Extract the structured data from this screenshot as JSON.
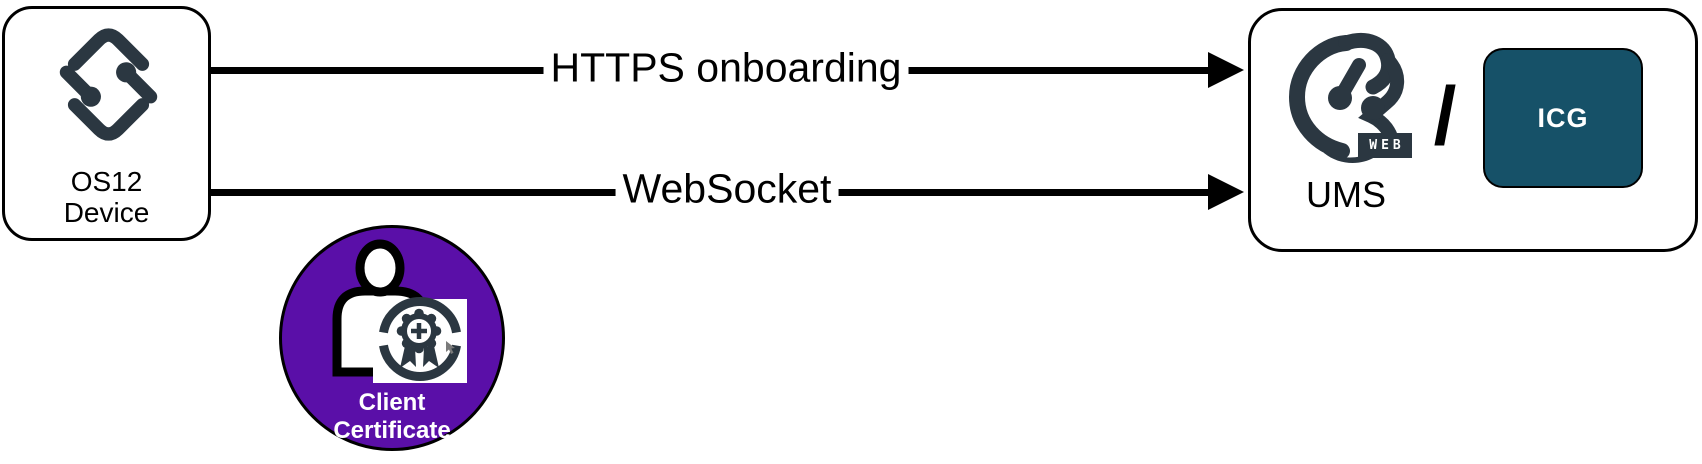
{
  "diagram": {
    "device_box": {
      "line1": "OS12",
      "line2": "Device"
    },
    "connections": [
      {
        "label": "HTTPS onboarding"
      },
      {
        "label": "WebSocket"
      }
    ],
    "server_box": {
      "logo_badge": "WEB",
      "name": "UMS",
      "separator": "/",
      "gateway": "ICG"
    },
    "certificate_badge": {
      "line1": "Client",
      "line2": "Certificate"
    },
    "colors": {
      "logo_dark": "#2b3741",
      "certificate_purple": "#5a0fa8",
      "icg_teal": "#165168",
      "line_black": "#000000"
    }
  }
}
